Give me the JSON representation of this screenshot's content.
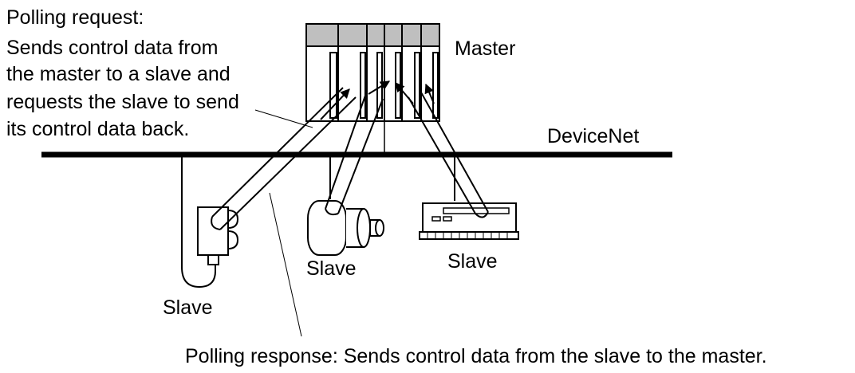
{
  "labels": {
    "polling_request": [
      "Polling request:",
      "Sends control data from",
      "the master to a slave and",
      "requests the slave to send",
      "its control data back."
    ],
    "master": "Master",
    "devicenet": "DeviceNet",
    "slave_sensor": "Slave",
    "slave_motor": "Slave",
    "slave_io": "Slave",
    "polling_response": "Polling response: Sends control data from the slave to the master."
  },
  "colors": {
    "line": "#000000",
    "rack_top": "#bfbfbf",
    "background": "#ffffff"
  }
}
